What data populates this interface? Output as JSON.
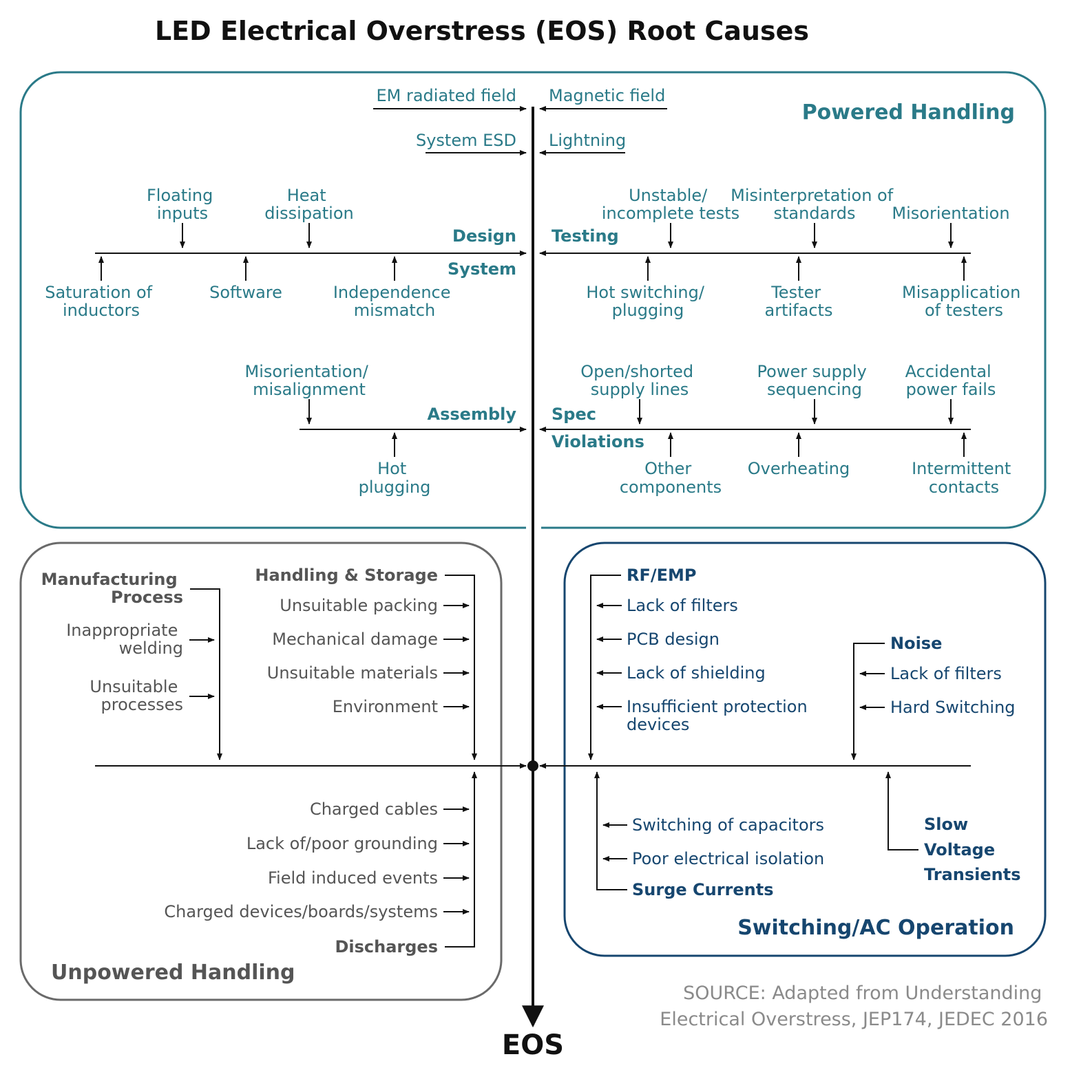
{
  "title": "LED Electrical Overstress (EOS) Root Causes",
  "effect": "EOS",
  "source": [
    "SOURCE: Adapted from Understanding",
    "Electrical Overstress, JEP174, JEDEC 2016"
  ],
  "colors": {
    "powered": "#2a7a88",
    "switching": "#16466f",
    "unpowered": "#555555",
    "lines": "#111111",
    "source": "#8a8a8a"
  },
  "powered_handling": {
    "title": "Powered Handling",
    "top_causes": [
      "EM radiated field",
      "Magnetic field",
      "System ESD",
      "Lightning"
    ],
    "design_system": {
      "labels": [
        "Design",
        "System"
      ],
      "above": [
        [
          "Floating",
          "inputs"
        ],
        [
          "Heat",
          "dissipation"
        ]
      ],
      "below": [
        [
          "Saturation of",
          "inductors"
        ],
        [
          "Software"
        ],
        [
          "Independence",
          "mismatch"
        ]
      ]
    },
    "testing": {
      "label": "Testing",
      "above": [
        [
          "Unstable/",
          "incomplete tests"
        ],
        [
          "Misinterpretation of",
          "standards"
        ],
        [
          "Misorientation"
        ]
      ],
      "below": [
        [
          "Hot switching/",
          "plugging"
        ],
        [
          "Tester",
          "artifacts"
        ],
        [
          "Misapplication",
          "of testers"
        ]
      ]
    },
    "assembly": {
      "label": "Assembly",
      "above": [
        [
          "Misorientation/",
          "misalignment"
        ]
      ],
      "below": [
        [
          "Hot",
          "plugging"
        ]
      ]
    },
    "spec_violations": {
      "labels": [
        "Spec",
        "Violations"
      ],
      "above": [
        [
          "Open/shorted",
          "supply lines"
        ],
        [
          "Power supply",
          "sequencing"
        ],
        [
          "Accidental",
          "power fails"
        ]
      ],
      "below": [
        [
          "Other",
          "components"
        ],
        [
          "Overheating"
        ],
        [
          "Intermittent",
          "contacts"
        ]
      ]
    }
  },
  "unpowered_handling": {
    "title": "Unpowered Handling",
    "manufacturing": {
      "header": [
        "Manufacturing",
        "Process"
      ],
      "items": [
        [
          "Inappropriate",
          "welding"
        ],
        [
          "Unsuitable",
          "processes"
        ]
      ]
    },
    "handling_storage": {
      "header": "Handling & Storage",
      "items": [
        "Unsuitable packing",
        "Mechanical damage",
        "Unsuitable materials",
        "Environment"
      ]
    },
    "discharges": {
      "header": "Discharges",
      "items": [
        "Charged cables",
        "Lack of/poor grounding",
        "Field induced events",
        "Charged devices/boards/systems"
      ]
    }
  },
  "switching_ac": {
    "title": "Switching/AC Operation",
    "rf_emp": {
      "header": "RF/EMP",
      "items": [
        [
          "Lack of filters"
        ],
        [
          "PCB design"
        ],
        [
          "Lack of shielding"
        ],
        [
          "Insufficient protection",
          "devices"
        ]
      ]
    },
    "noise": {
      "header": "Noise",
      "items": [
        "Lack of filters",
        "Hard Switching"
      ]
    },
    "surge_currents": {
      "header": "Surge Currents",
      "items": [
        "Switching of capacitors",
        "Poor electrical isolation"
      ]
    },
    "slow_voltage_transients": {
      "header": [
        "Slow",
        "Voltage",
        "Transients"
      ]
    }
  }
}
